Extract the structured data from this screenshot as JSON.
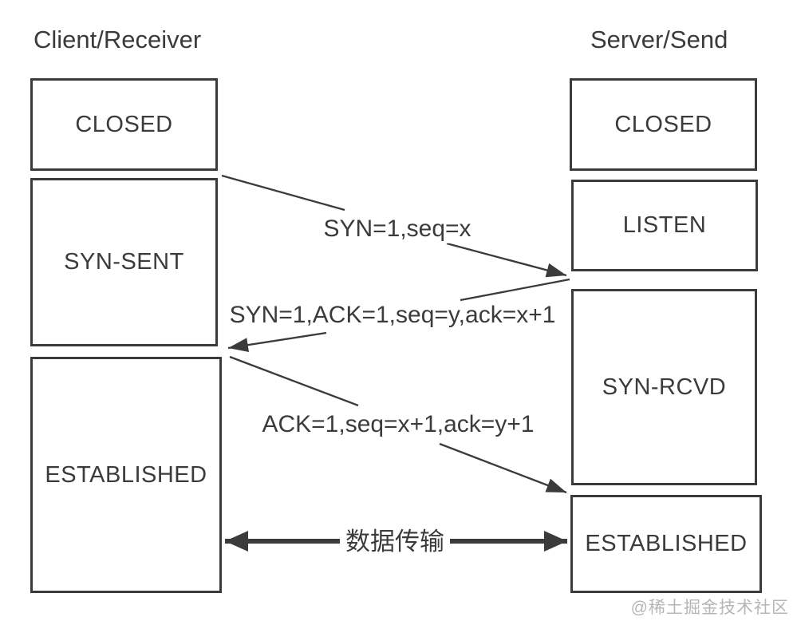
{
  "diagram": {
    "type": "tcp-three-way-handshake-sequence",
    "titles": {
      "left": "Client/Receiver",
      "right": "Server/Send"
    },
    "client_states": [
      {
        "label": "CLOSED"
      },
      {
        "label": "SYN-SENT"
      },
      {
        "label": "ESTABLISHED"
      }
    ],
    "server_states": [
      {
        "label": "CLOSED"
      },
      {
        "label": "LISTEN"
      },
      {
        "label": "SYN-RCVD"
      },
      {
        "label": "ESTABLISHED"
      }
    ],
    "messages": [
      {
        "direction": "client-to-server",
        "text": "SYN=1,seq=x"
      },
      {
        "direction": "server-to-client",
        "text": "SYN=1,ACK=1,seq=y,ack=x+1"
      },
      {
        "direction": "client-to-server",
        "text": "ACK=1,seq=x+1,ack=y+1"
      }
    ],
    "data_transfer": {
      "label": "数据传输",
      "bidirectional": true
    },
    "watermark": "@稀土掘金技术社区",
    "colors": {
      "ink": "#3b3b3b",
      "watermark": "#b6b6b6",
      "background": "#ffffff"
    }
  }
}
